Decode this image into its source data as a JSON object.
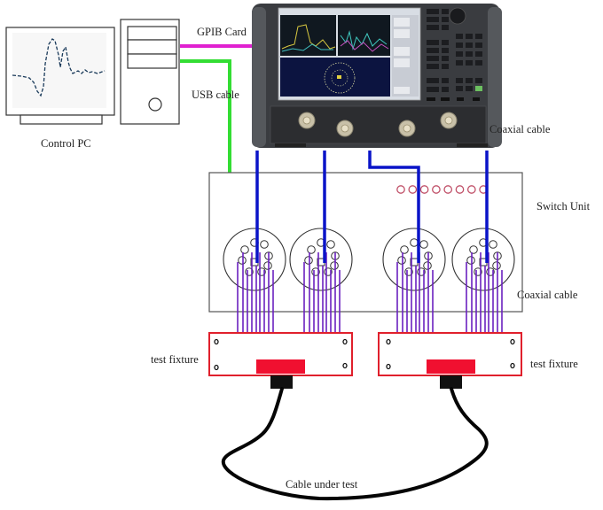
{
  "title": "Cable test system setup",
  "labels": {
    "control_pc": "Control PC",
    "gpib": "GPIB  Card",
    "usb": "USB cable",
    "coax_top": "Coaxial cable",
    "switch_unit": "Switch Unit",
    "coax_mid": "Coaxial cable",
    "fixture_left": "test fixture",
    "fixture_right": "test fixture",
    "cable_under_test": "Cable under test"
  },
  "colors": {
    "gpib": "#e020d0",
    "usb": "#33dd33",
    "coax": "#0a14c8",
    "pin_wire": "#6a20c0",
    "fixture": "#e0202c",
    "fixture_connector": "#f01030",
    "indicator": "#c05068",
    "vna_body": "#3a3c40"
  },
  "switch_unit": {
    "indicator_count": 8,
    "connectors": 4,
    "pins_per_connector": 9
  },
  "vna": {
    "ports": [
      "1",
      "2",
      "3",
      "4"
    ]
  }
}
